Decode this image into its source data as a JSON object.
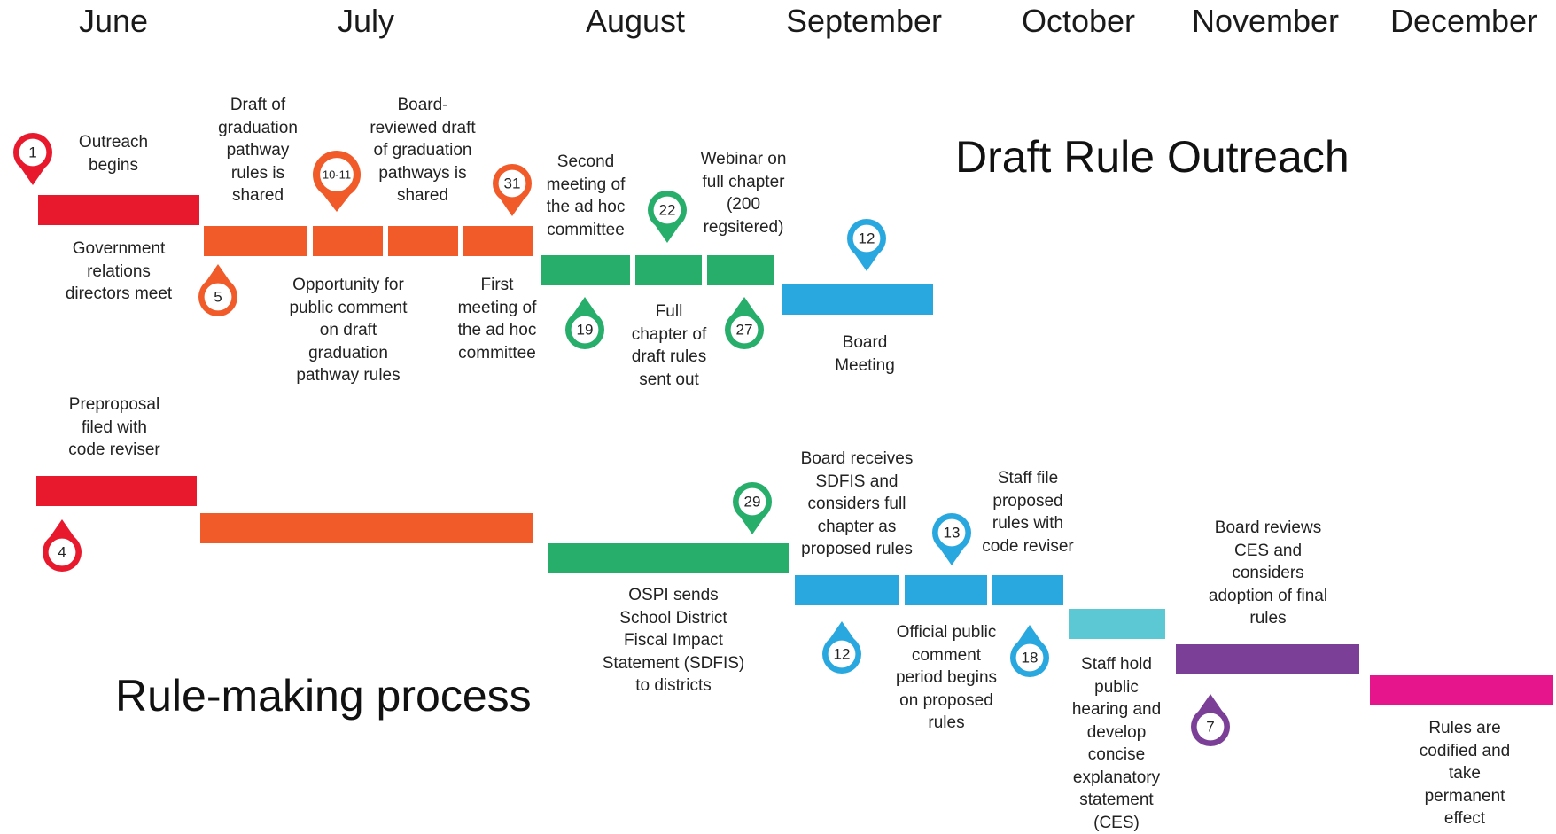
{
  "months": [
    "June",
    "July",
    "August",
    "September",
    "October",
    "November",
    "December"
  ],
  "headings": {
    "draft_rule_outreach": "Draft Rule Outreach",
    "rule_making_process": "Rule-making process"
  },
  "colors": {
    "red": "#e8192c",
    "orange": "#f15a29",
    "green": "#27ae6b",
    "blue": "#29a8e0",
    "teal": "#5bc8d3",
    "purple": "#7b3f98",
    "magenta": "#e6158b"
  },
  "outreach": {
    "pins": [
      {
        "date": "1",
        "color": "red"
      },
      {
        "date": "5",
        "color": "orange"
      },
      {
        "date": "10-11",
        "color": "orange"
      },
      {
        "date": "31",
        "color": "orange"
      },
      {
        "date": "19",
        "color": "green"
      },
      {
        "date": "22",
        "color": "green"
      },
      {
        "date": "27",
        "color": "green"
      },
      {
        "date": "12",
        "color": "blue"
      }
    ],
    "labels": [
      "Outreach\nbegins",
      "Government\nrelations\ndirectors meet",
      "Draft of\ngraduation\npathway\nrules is\nshared",
      "Opportunity for\npublic comment\non draft\ngraduation\npathway rules",
      "Board-\nreviewed draft\nof graduation\npathways is\nshared",
      "First\nmeeting of\nthe ad hoc\ncommittee",
      "Second\nmeeting of\nthe ad hoc\ncommittee",
      "Webinar on\nfull chapter\n(200\nregsitered)",
      "Full\nchapter of\ndraft rules\nsent out",
      "Board\nMeeting"
    ]
  },
  "rulemaking": {
    "pins": [
      {
        "date": "4",
        "color": "red"
      },
      {
        "date": "29",
        "color": "green"
      },
      {
        "date": "12",
        "color": "blue"
      },
      {
        "date": "13",
        "color": "blue"
      },
      {
        "date": "18",
        "color": "blue"
      },
      {
        "date": "7",
        "color": "purple"
      }
    ],
    "labels": [
      "Preproposal\nfiled with\ncode reviser",
      "OSPI sends\nSchool District\nFiscal Impact\nStatement (SDFIS)\nto districts",
      "Board receives\nSDFIS and\nconsiders full\nchapter as\nproposed rules",
      "Official public\ncomment\nperiod begins\non proposed\nrules",
      "Staff file\nproposed\nrules with\ncode reviser",
      "Staff hold\npublic\nhearing and\ndevelop\nconcise\nexplanatory\nstatement\n(CES)",
      "Board reviews\nCES and\nconsiders\nadoption of final\nrules",
      "Rules are\ncodified and\ntake permanent\neffect"
    ]
  }
}
